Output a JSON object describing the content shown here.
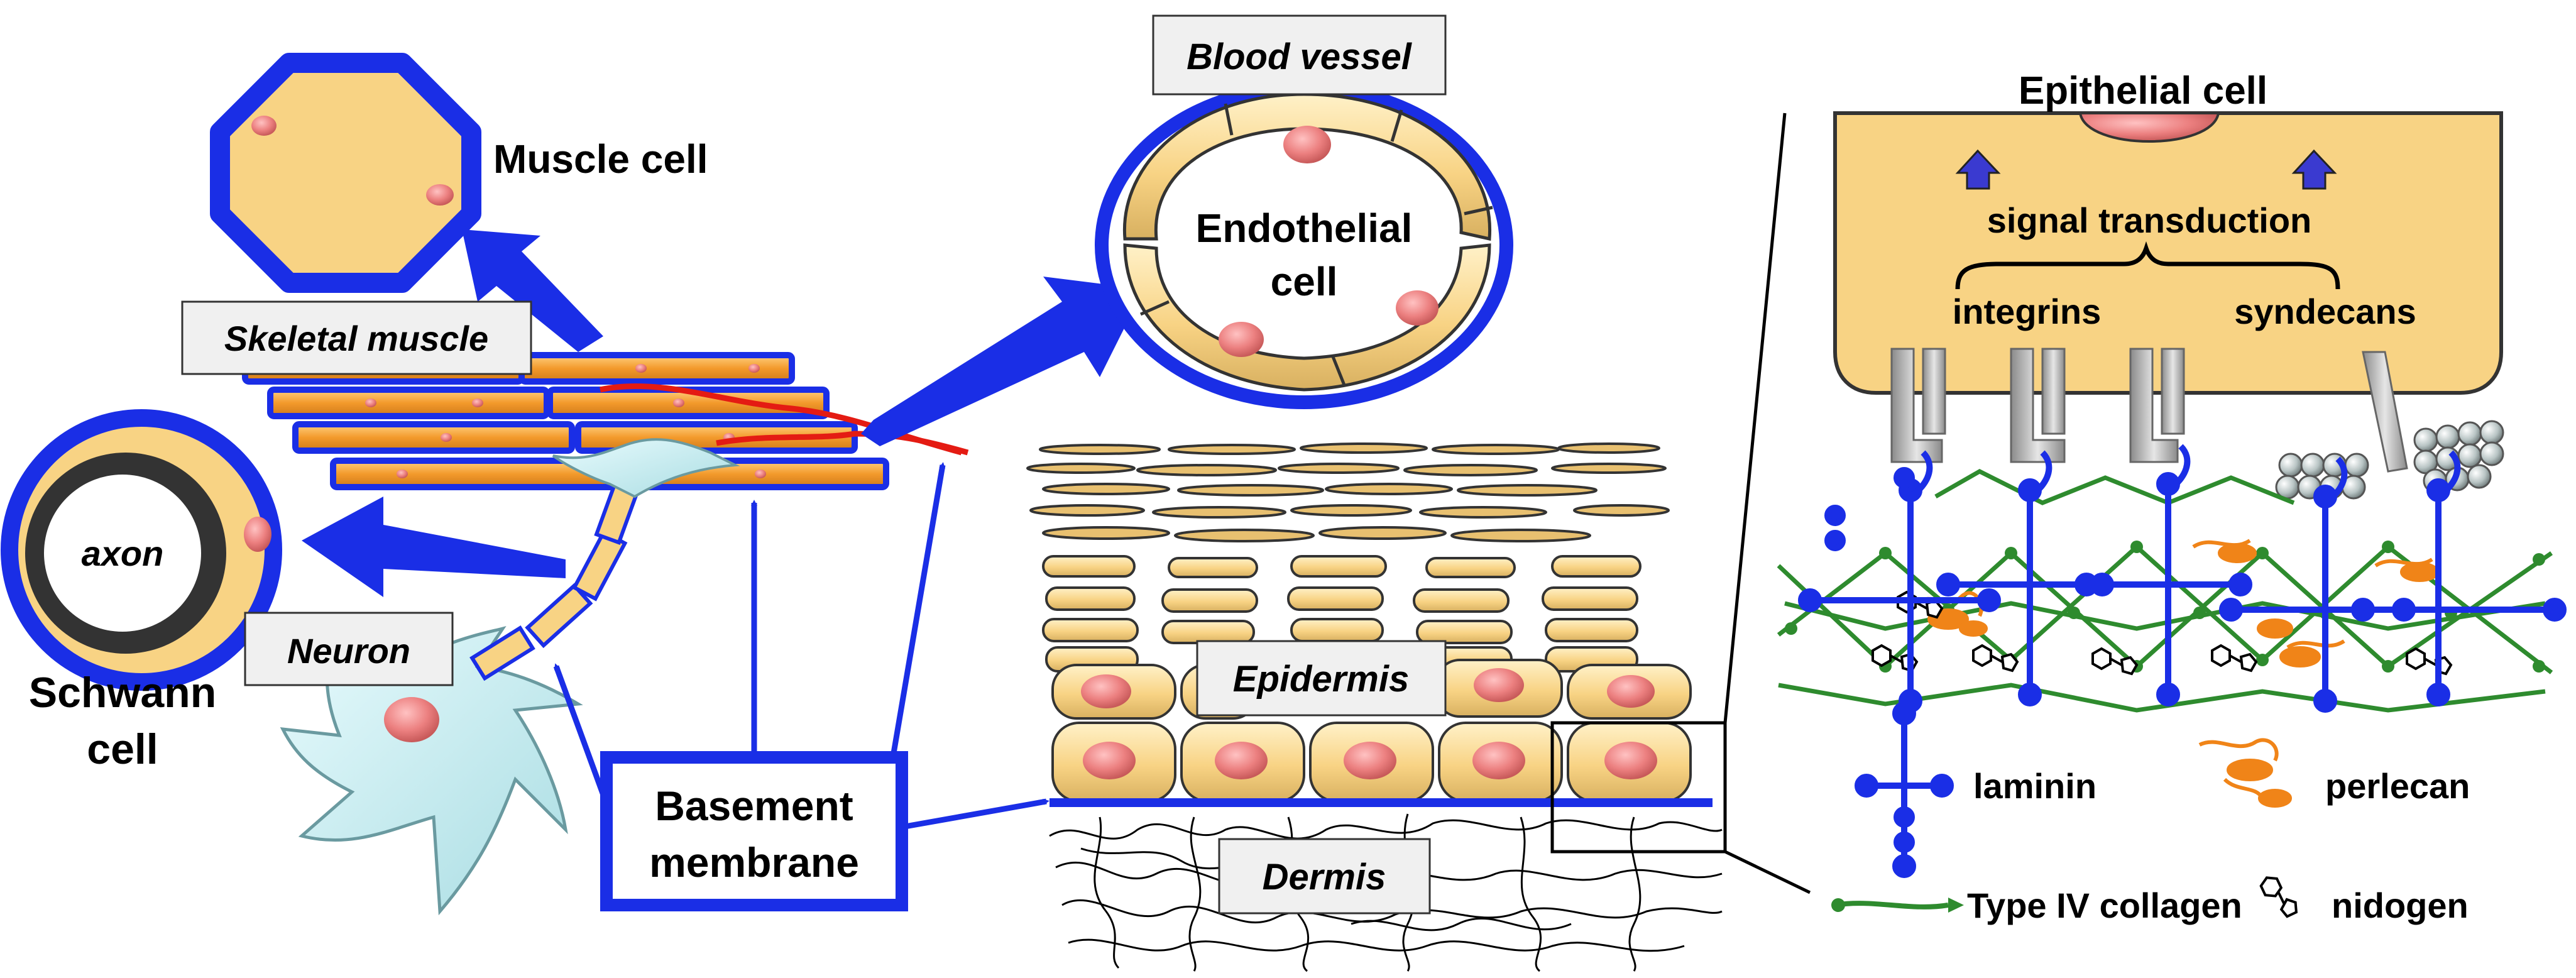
{
  "labels": {
    "muscle_cell": "Muscle cell",
    "skeletal_muscle": "Skeletal muscle",
    "blood_vessel": "Blood vessel",
    "endothelial_line1": "Endothelial",
    "endothelial_line2": "cell",
    "axon": "axon",
    "neuron": "Neuron",
    "schwann_line1": "Schwann",
    "schwann_line2": "cell",
    "basement_line1": "Basement",
    "basement_line2": "membrane",
    "epidermis": "Epidermis",
    "dermis": "Dermis",
    "epithelial_cell": "Epithelial cell",
    "signal_transduction": "signal transduction",
    "integrins": "integrins",
    "syndecans": "syndecans"
  },
  "legend": {
    "laminin": "laminin",
    "perlecan": "perlecan",
    "type_iv_collagen": "Type IV collagen",
    "nidogen": "nidogen"
  },
  "colors": {
    "basement_membrane_blue": "#1a2ee6",
    "cell_fill": "#f8d384",
    "nucleus": "#ec8080",
    "muscle_fiber": "#f39a2c",
    "nerve_fiber": "#e41b13",
    "neuron_fill": "#c8eef2",
    "collagen_green": "#2e8b2e",
    "perlecan_orange": "#f08418",
    "integrin_gray": "#a9a9a9",
    "label_box_fill": "#f0f0f0"
  }
}
